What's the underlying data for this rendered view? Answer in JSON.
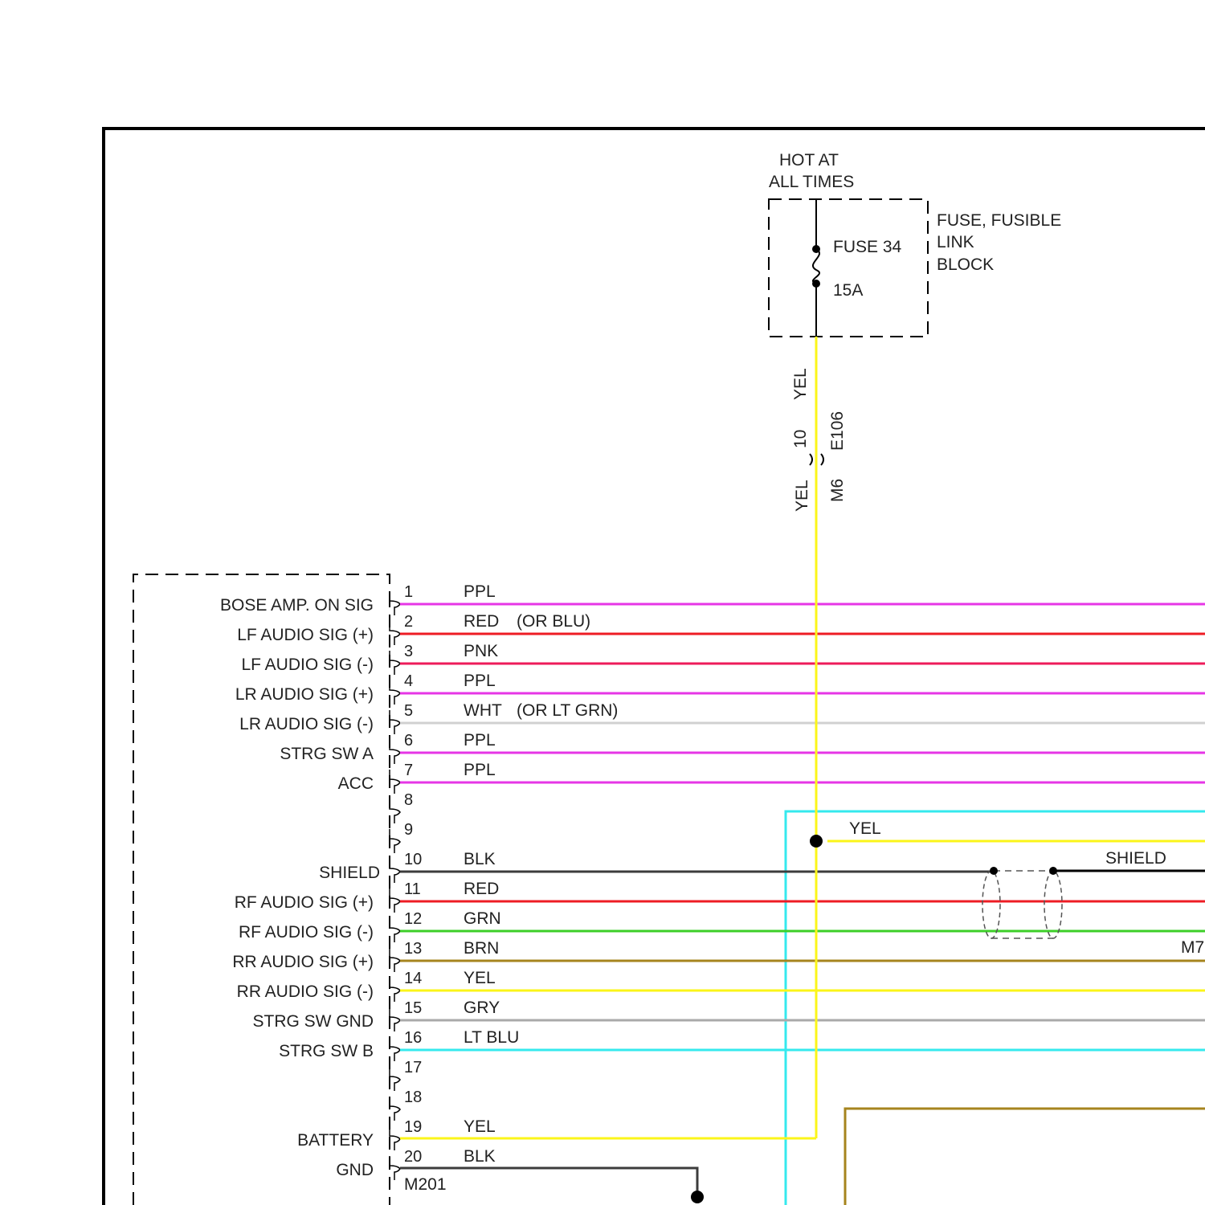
{
  "power_source": {
    "hot_line1": "HOT AT",
    "hot_line2": "ALL TIMES",
    "fuse_name": "FUSE 34",
    "fuse_rating": "15A",
    "block_line1": "FUSE, FUSIBLE",
    "block_line2": "LINK",
    "block_line3": "BLOCK"
  },
  "feed_wire": {
    "color_upper": "YEL",
    "color_lower": "YEL",
    "pin": "10",
    "connector_upper": "E106",
    "connector_lower": "M6"
  },
  "component_pins": [
    {
      "num": "1",
      "label": "BOSE AMP. ON SIG",
      "wire": "PPL",
      "alt": ""
    },
    {
      "num": "2",
      "label": "LF AUDIO SIG (+)",
      "wire": "RED",
      "alt": "(OR BLU)"
    },
    {
      "num": "3",
      "label": "LF AUDIO SIG (-)",
      "wire": "PNK",
      "alt": ""
    },
    {
      "num": "4",
      "label": "LR AUDIO SIG (+)",
      "wire": "PPL",
      "alt": ""
    },
    {
      "num": "5",
      "label": "LR AUDIO SIG (-)",
      "wire": "WHT",
      "alt": "(OR LT GRN)"
    },
    {
      "num": "6",
      "label": "STRG SW A",
      "wire": "PPL",
      "alt": ""
    },
    {
      "num": "7",
      "label": "ACC",
      "wire": "PPL",
      "alt": ""
    },
    {
      "num": "8",
      "label": "",
      "wire": "",
      "alt": ""
    },
    {
      "num": "9",
      "label": "",
      "wire": "",
      "alt": ""
    },
    {
      "num": "10",
      "label": "SHIELD",
      "wire": "BLK",
      "alt": ""
    },
    {
      "num": "11",
      "label": "RF AUDIO SIG (+)",
      "wire": "RED",
      "alt": ""
    },
    {
      "num": "12",
      "label": "RF AUDIO SIG (-)",
      "wire": "GRN",
      "alt": ""
    },
    {
      "num": "13",
      "label": "RR AUDIO SIG (+)",
      "wire": "BRN",
      "alt": ""
    },
    {
      "num": "14",
      "label": "RR AUDIO SIG (-)",
      "wire": "YEL",
      "alt": ""
    },
    {
      "num": "15",
      "label": "STRG SW GND",
      "wire": "GRY",
      "alt": ""
    },
    {
      "num": "16",
      "label": "STRG SW B",
      "wire": "LT BLU",
      "alt": ""
    },
    {
      "num": "17",
      "label": "",
      "wire": "",
      "alt": ""
    },
    {
      "num": "18",
      "label": "",
      "wire": "",
      "alt": ""
    },
    {
      "num": "19",
      "label": "BATTERY",
      "wire": "YEL",
      "alt": ""
    },
    {
      "num": "20",
      "label": "GND",
      "wire": "BLK",
      "alt": ""
    }
  ],
  "other_labels": {
    "branch_wire": "YEL",
    "shield": "SHIELD",
    "connector_m7": "M7",
    "ground_connector": "M201"
  },
  "wire_colors": {
    "PPL": "#e636e6",
    "RED": "#ee1c24",
    "PNK": "#ee1c5a",
    "WHT": "#d0d0d0",
    "BLK": "#3c3c3c",
    "GRN": "#3ccf28",
    "BRN": "#a6841e",
    "YEL": "#fbf51a",
    "GRY": "#aaaaaa",
    "LT BLU": "#35e9ee"
  }
}
